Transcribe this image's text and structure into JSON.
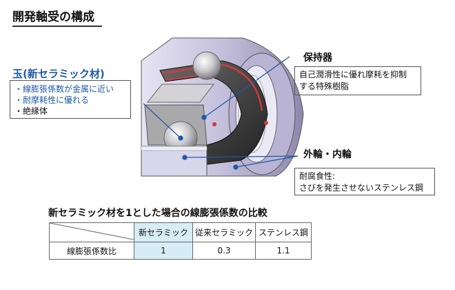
{
  "title": "開発軸受の構成",
  "ball": {
    "heading": "玉(新セラミック材)",
    "features": [
      "・線膨張係数が金属に近い",
      "・耐摩耗性に優れる",
      "・絶縁体"
    ]
  },
  "retainer": {
    "label": "保持器",
    "desc_lines": [
      "自己潤滑性に優れ摩耗を抑制",
      "する特殊樹脂"
    ]
  },
  "rings": {
    "label": "外輪・内輪",
    "desc_lines": [
      "耐腐食性:",
      "さびを発生させないステンレス鋼"
    ]
  },
  "comparison": {
    "title": "新セラミック材を1とした場合の線膨張係数の比較",
    "headers": [
      "新セラミック",
      "従来セラミック",
      "ステンレス鋼"
    ],
    "row_label": "線膨張係数比",
    "values": [
      "1",
      "0.3",
      "1.1"
    ]
  },
  "colors": {
    "accent": "#1e5aa8",
    "highlight": "#d6ecf7",
    "ring": "#c6c2de",
    "retainer": "#3a3a3a",
    "seal": "#d23a3a"
  }
}
